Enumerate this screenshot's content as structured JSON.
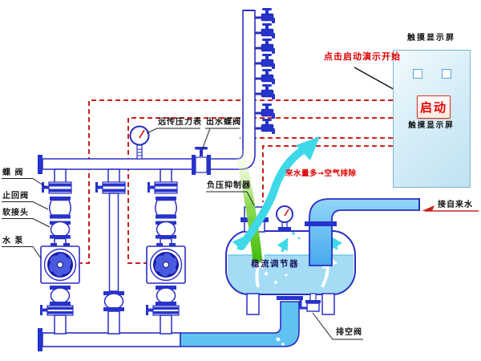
{
  "panel": {
    "label_top": "触摸显示屏",
    "label_inner": "触摸显示屏",
    "start_button": "启动",
    "hint": "点击启动演示开始"
  },
  "annotations": {
    "remote_pressure_gauge": "远传压力表",
    "outlet_butterfly_valve": "出水蝶阀",
    "butterfly_valve": "蝶 阀",
    "check_valve": "止回阀",
    "flexible_joint": "软接头",
    "water_pump": "水 泵",
    "negative_pressure_suppressor": "负压抑制器",
    "air_discharge": "来水量多→空气排除",
    "flow_regulator": "稳流调节器",
    "drain_valve": "排空阀",
    "tap_water": "接自来水"
  },
  "colors": {
    "pipe_outline": "#2a2ec2",
    "flange_fill": "#2633cc",
    "impeller": "#1717a6",
    "impeller_blade": "#4a5ae0",
    "water_fill": "#a5dcf5",
    "inlet_pipe_fill": "#58b4f2",
    "control_dashed": "#cc2020",
    "red_text": "#e00000",
    "green_flow": "#5fca1e",
    "cyan_flow": "#3fd8e8",
    "panel_fill": "#d8eef8"
  }
}
